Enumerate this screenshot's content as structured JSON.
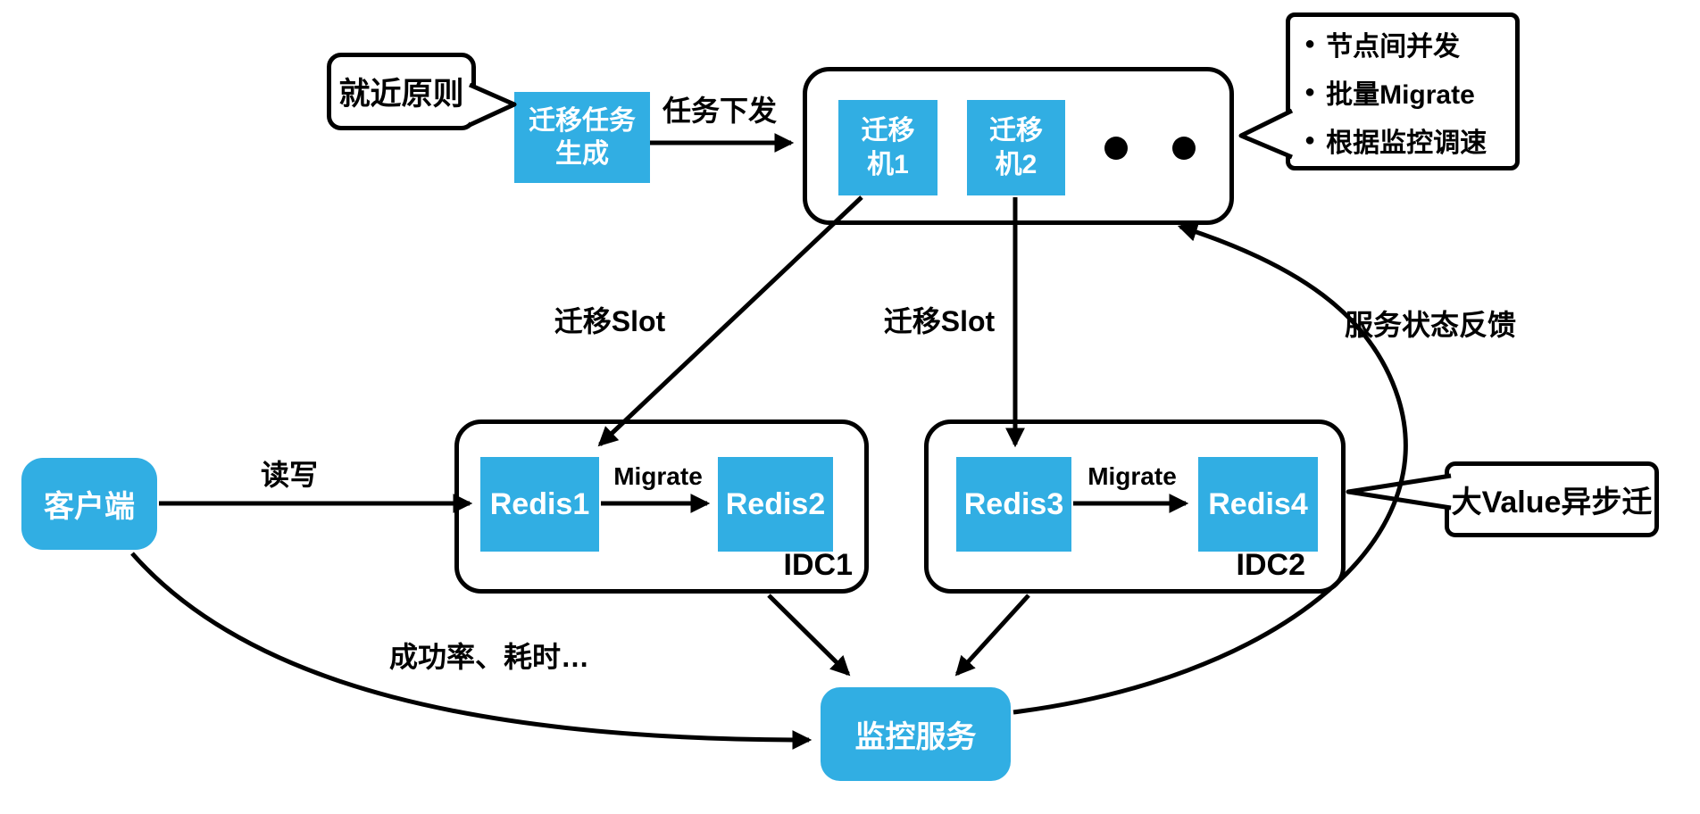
{
  "colors": {
    "box_blue": "#31AEE3",
    "stroke": "#000000",
    "text_on_blue": "#FFFFFF"
  },
  "callouts": {
    "nearest_principle": {
      "text": "就近原则"
    },
    "strategy": {
      "bullet": "●",
      "items": [
        "节点间并发",
        "批量Migrate",
        "根据监控调速"
      ]
    },
    "big_value": {
      "text": "大Value异步迁"
    }
  },
  "nodes": {
    "task_generator": {
      "line1": "迁移任务",
      "line2": "生成"
    },
    "migrator1": {
      "line1": "迁移",
      "line2": "机1"
    },
    "migrator2": {
      "line1": "迁移",
      "line2": "机2"
    },
    "redis1": {
      "label": "Redis1"
    },
    "redis2": {
      "label": "Redis2"
    },
    "redis3": {
      "label": "Redis3"
    },
    "redis4": {
      "label": "Redis4"
    },
    "client": {
      "label": "客户端"
    },
    "monitor": {
      "label": "监控服务"
    }
  },
  "groups": {
    "idc1": {
      "label": "IDC1"
    },
    "idc2": {
      "label": "IDC2"
    }
  },
  "edges": {
    "task_dispatch": "任务下发",
    "migrate_slot_left": "迁移Slot",
    "migrate_slot_right": "迁移Slot",
    "migrate_left": "Migrate",
    "migrate_right": "Migrate",
    "read_write": "读写",
    "metrics": "成功率、耗时…",
    "status_feedback": "服务状态反馈"
  }
}
